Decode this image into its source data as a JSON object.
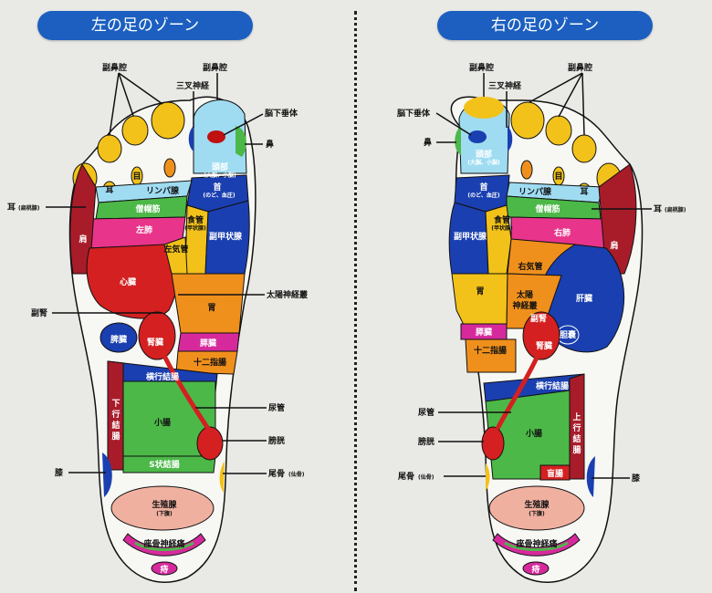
{
  "titles": {
    "left": "左の足のゾーン",
    "right": "右の足のゾーン"
  },
  "colors": {
    "title_bg": "#1c5fc0",
    "yellow": "#f2c21a",
    "light_blue": "#9fdcf2",
    "blue": "#1a3fb0",
    "green": "#4cb848",
    "pink": "#e8348a",
    "red": "#d42020",
    "dark_red": "#a81c2a",
    "orange": "#f0901c",
    "magenta": "#d62a9c",
    "salmon": "#f0b0a0"
  },
  "left": {
    "outer": {
      "fukubiku_top": "副鼻腔",
      "fukubiku": "副鼻腔",
      "sansa": "三叉神経",
      "noukasuitai": "脳下垂体",
      "hana": "鼻",
      "mimi": "耳",
      "mimi_sub": "(扁桃腺)",
      "fukujin": "副腎",
      "taiyou": "太陽神経叢",
      "nyoukan": "尿管",
      "boukou": "膀胱",
      "hiza": "膝",
      "bikotsu": "尾骨",
      "bikotsu_sub": "(仙骨)"
    },
    "inner": {
      "toubu": "頭部",
      "toubu_sub": "(大脳、小脳)",
      "kubi": "首",
      "kubi_sub": "(のど、血圧)",
      "me": "目",
      "mimi": "耳",
      "lymph": "リンパ腺",
      "soubou": "僧帽筋",
      "hai": "左肺",
      "shokudou": "食管",
      "shokudou_sub": "(甲状腺)",
      "fukukoujou": "副甲状腺",
      "shinzou": "心臓",
      "kikan": "左気管",
      "i": "胃",
      "hizou": "脾臓",
      "jinzou": "腎臓",
      "suizou": "膵臓",
      "juunishi": "十二指腸",
      "oukou": "横行結腸",
      "kakou": "下行結腸",
      "shouchou": "小腸",
      "sjou": "S状結腸",
      "seishoku": "生殖腺",
      "seishoku_sub": "(下腹)",
      "zakotsu": "座骨神経痛",
      "ji": "痔",
      "kata": "肩"
    }
  },
  "right": {
    "outer": {
      "fukubiku_top": "副鼻腔",
      "fukubiku": "副鼻腔",
      "sansa": "三叉神経",
      "noukasuitai": "脳下垂体",
      "hana": "鼻",
      "mimi": "耳",
      "mimi_sub": "(扁桃腺)",
      "nyoukan": "尿管",
      "boukou": "膀胱",
      "bikotsu": "尾骨",
      "bikotsu_sub": "(仙骨)",
      "hiza": "膝"
    },
    "inner": {
      "toubu": "頭部",
      "toubu_sub": "(大脳、小脳)",
      "kubi": "首",
      "kubi_sub": "(のど、血圧)",
      "me": "目",
      "mimi": "耳",
      "lymph": "リンパ腺",
      "soubou": "僧帽筋",
      "hai": "右肺",
      "shokudou": "食管",
      "shokudou_sub": "(甲状腺)",
      "fukukoujou": "副甲状腺",
      "kikan": "右気管",
      "kanzou": "肝臓",
      "i": "胃",
      "taiyou": "太陽",
      "taiyou2": "神経叢",
      "fukujin": "副腎",
      "tannou": "胆嚢",
      "suizou": "膵臓",
      "juunishi": "十二指腸",
      "jinzou": "腎臓",
      "oukou": "横行結腸",
      "joukou": "上行結腸",
      "shouchou": "小腸",
      "mouchou": "盲腸",
      "seishoku": "生殖腺",
      "seishoku_sub": "(下腹)",
      "zakotsu": "座骨神経痛",
      "ji": "痔",
      "kata": "肩"
    }
  }
}
